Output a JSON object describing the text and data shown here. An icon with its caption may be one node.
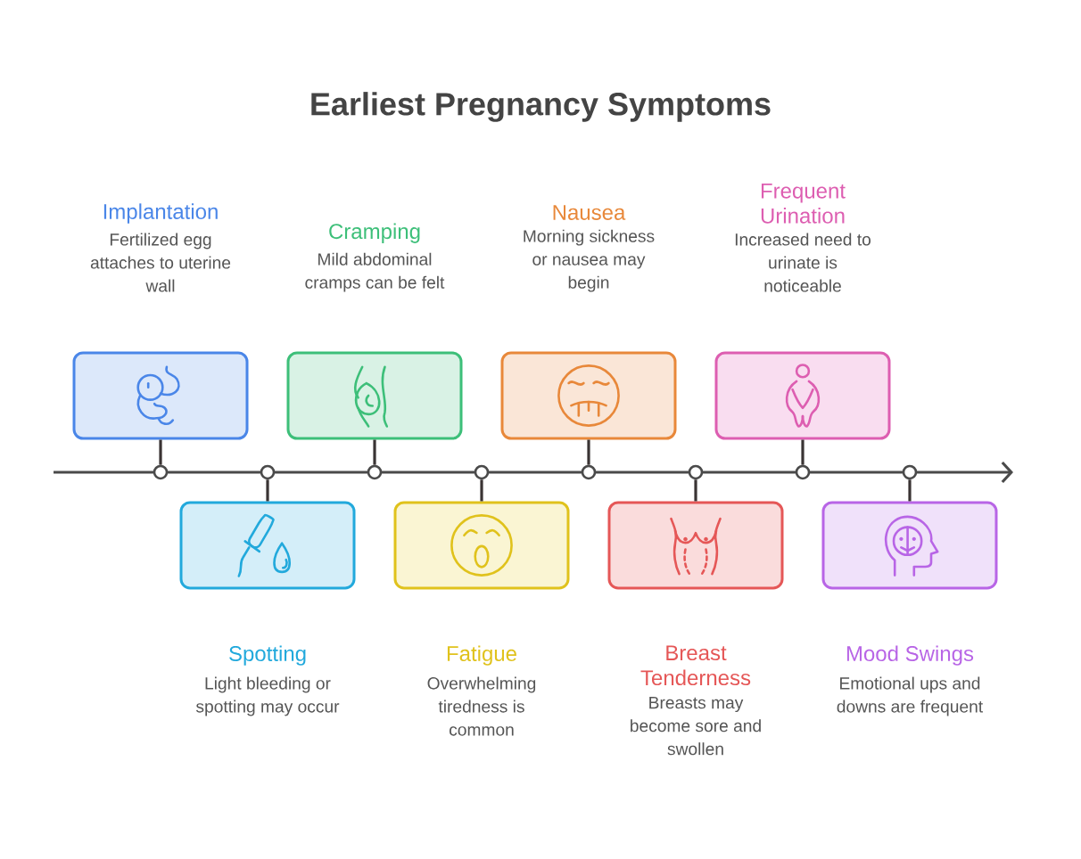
{
  "diagram": {
    "title": "Earliest Pregnancy Symptoms",
    "nodes": [
      {
        "text": [],
        "shape": "box"
      },
      {
        "text": [],
        "shape": "box"
      },
      {
        "text": [],
        "shape": "box"
      },
      {
        "text": [],
        "shape": "box"
      },
      {
        "text": [],
        "shape": "box"
      },
      {
        "text": [],
        "shape": "box"
      },
      {
        "text": [],
        "shape": "box"
      },
      {
        "text": [],
        "shape": "box"
      },
      {
        "text": [],
        "shape": "circle"
      },
      {
        "text": [],
        "shape": "circle"
      },
      {
        "text": [],
        "shape": "circle"
      },
      {
        "text": [],
        "shape": "circle"
      },
      {
        "text": [],
        "shape": "circle"
      },
      {
        "text": [],
        "shape": "circle"
      },
      {
        "text": [],
        "shape": "circle"
      },
      {
        "text": [],
        "shape": "circle"
      }
    ],
    "edges": [
      {
        "from": 0,
        "to": 8,
        "arrow": "none"
      },
      {
        "from": 1,
        "to": 9,
        "arrow": "none"
      },
      {
        "from": 2,
        "to": 10,
        "arrow": "none"
      },
      {
        "from": 3,
        "to": 11,
        "arrow": "none"
      },
      {
        "from": 4,
        "to": 12,
        "arrow": "none"
      },
      {
        "from": 5,
        "to": 13,
        "arrow": "none"
      },
      {
        "from": 6,
        "to": 14,
        "arrow": "none"
      },
      {
        "from": 7,
        "to": 15,
        "arrow": "none"
      }
    ],
    "labels": [
      "Implantation",
      "Fertilized egg attaches to uterine wall",
      "Spotting",
      "Light bleeding or spotting may occur",
      "Cramping",
      "Mild abdominal cramps can be felt",
      "Fatigue",
      "Overwhelming tiredness is common",
      "Nausea",
      "Morning sickness or nausea may begin",
      "Breast Tenderness",
      "Breasts may become sore and swollen",
      "Frequent Urination",
      "Increased need to urinate is noticeable",
      "Mood Swings",
      "Emotional ups and downs are frequent"
    ]
  }
}
